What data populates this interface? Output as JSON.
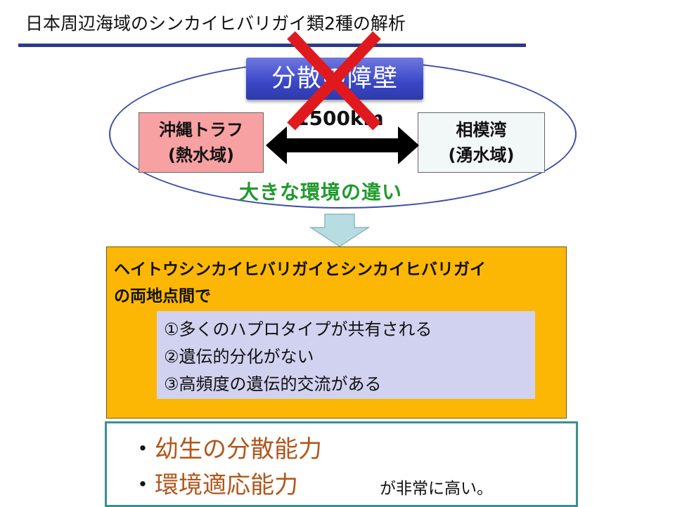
{
  "title": "日本周辺海域のシンカイヒバリガイ類2種の解析",
  "barrier": "分散の障壁",
  "distance": "1500km",
  "locations": {
    "left": {
      "line1": "沖縄トラフ",
      "line2": "(熱水域)"
    },
    "right": {
      "line1": "相模湾",
      "line2": "(湧水域)"
    }
  },
  "env_difference": "大きな環境の違い",
  "result": {
    "heading_line1": "ヘイトウシンカイヒバリガイとシンカイヒバリガイ",
    "heading_line2": "の両地点間で",
    "items": [
      "①多くのハプロタイプが共有される",
      "②遺伝的分化がない",
      "③高頻度の遺伝的交流がある"
    ]
  },
  "conclusion": {
    "bullet_mark": "・",
    "item1": "幼生の分散能力",
    "item2": "環境適応能力",
    "tail": "が非常に高い。"
  },
  "colors": {
    "title_rule": "#2b3a8c",
    "barrier_blue": "#3a46c6",
    "cross_red": "#e0191e",
    "left_box": "#f7a1a3",
    "right_box": "#f2f8f7",
    "env_green": "#1f9a2c",
    "arrow_fill": "#b7dde3",
    "orange_box": "#fbb703",
    "purple_box": "#d1d2f0",
    "bottom_border": "#3b9090",
    "highlight_brown": "#b1561b"
  },
  "icons": {
    "cross": "red-x-icon",
    "double_arrow": "double-headed-arrow-icon",
    "down_arrow": "down-arrow-icon"
  }
}
